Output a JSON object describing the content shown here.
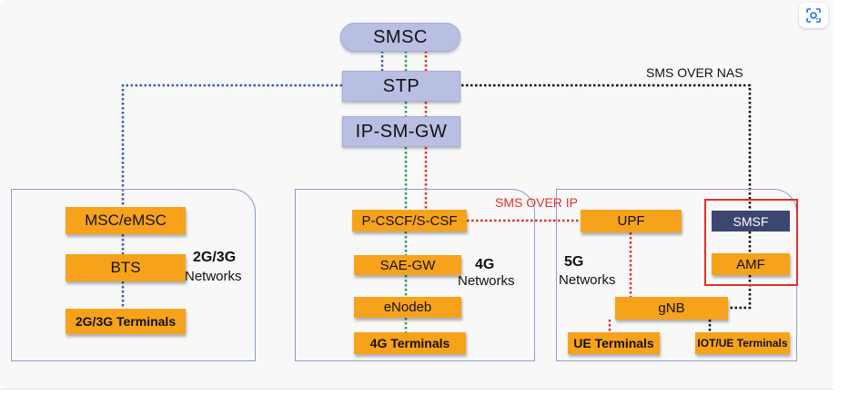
{
  "core": {
    "smsc": "SMSC",
    "stp": "STP",
    "ip_sm_gw": "IP-SM-GW"
  },
  "network_2g3g": {
    "msc": "MSC/eMSC",
    "bts": "BTS",
    "terminals": "2G/3G Terminals",
    "generation": "2G/3G",
    "networks_word": "Networks"
  },
  "network_4g": {
    "pcscf": "P-CSCF/S-CSF",
    "sae_gw": "SAE-GW",
    "enodeb": "eNodeb",
    "terminals": "4G Terminals",
    "generation": "4G",
    "networks_word": "Networks"
  },
  "network_5g": {
    "upf": "UPF",
    "smsf": "SMSF",
    "amf": "AMF",
    "gnb": "gNB",
    "ue_terminals": "UE Terminals",
    "iot_terminals": "IOT/UE Terminals",
    "generation": "5G",
    "networks_word": "Networks"
  },
  "annotations": {
    "sms_over_ip": "SMS OVER IP",
    "sms_over_nas": "SMS OVER NAS"
  },
  "icons": {
    "lens": "google-lens-icon"
  },
  "colors": {
    "core_box": "#b9bfe2",
    "node_orange": "#f7a21b",
    "smsf_box": "#3d4670",
    "region_border": "#8aa0c8",
    "link_blue": "#3a5bb0",
    "link_green": "#2e9e63",
    "link_red": "#e0302a",
    "link_black": "#111111",
    "highlight": "#e0302a"
  }
}
